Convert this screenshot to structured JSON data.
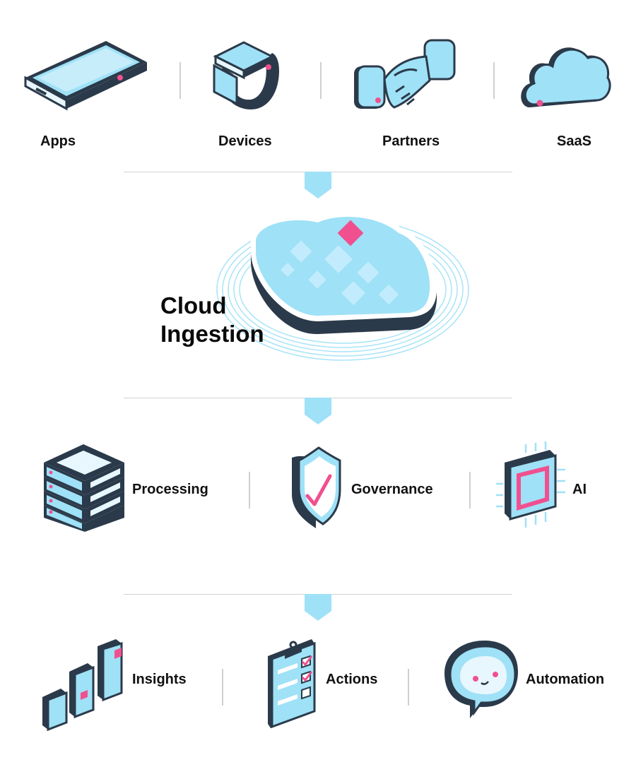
{
  "sources": {
    "apps": "Apps",
    "devices": "Devices",
    "partners": "Partners",
    "saas": "SaaS"
  },
  "ingestion": {
    "line1": "Cloud",
    "line2": "Ingestion"
  },
  "processing_row": {
    "processing": "Processing",
    "governance": "Governance",
    "ai": "AI"
  },
  "outcomes": {
    "insights": "Insights",
    "actions": "Actions",
    "automation": "Automation"
  },
  "colors": {
    "navy": "#2b3a4a",
    "light_blue": "#9fe1f7",
    "pink": "#f0508f"
  }
}
